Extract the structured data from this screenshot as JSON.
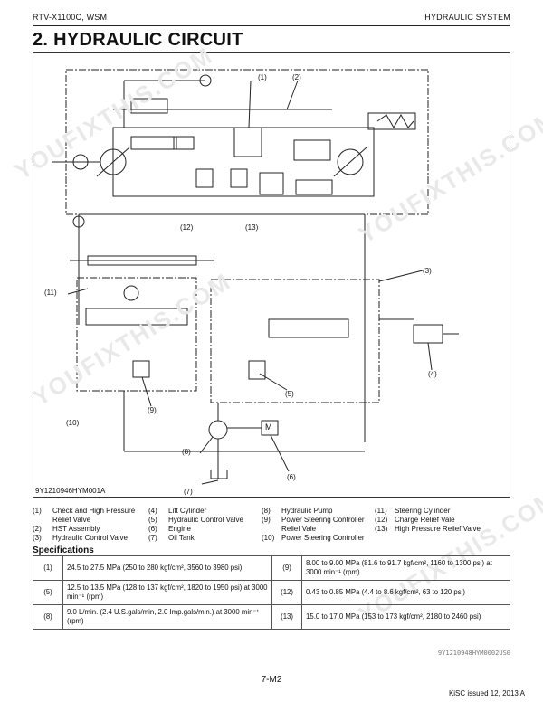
{
  "header": {
    "left": "RTV-X1100C, WSM",
    "right": "HYDRAULIC SYSTEM"
  },
  "title": "2.  HYDRAULIC CIRCUIT",
  "diagram": {
    "code": "9Y1210946HYM001A",
    "callouts": [
      "(1)",
      "(2)",
      "(3)",
      "(4)",
      "(5)",
      "(6)",
      "(7)",
      "(8)",
      "(9)",
      "(10)",
      "(11)",
      "(12)",
      "(13)"
    ],
    "motor_label": "M"
  },
  "watermarks": [
    "YOUFIXTHIS.COM",
    "YOUFIXTHIS.COM",
    "YOUFIXTHIS.COM",
    "YOUFIXTHIS.COM"
  ],
  "legend": {
    "col1": [
      {
        "n": "(1)",
        "t": "Check and High Pressure Relief Valve"
      },
      {
        "n": "(2)",
        "t": "HST Assembly"
      },
      {
        "n": "(3)",
        "t": "Hydraulic Control Valve"
      }
    ],
    "col2": [
      {
        "n": "(4)",
        "t": "Lift Cylinder"
      },
      {
        "n": "(5)",
        "t": "Hydraulic Control Valve"
      },
      {
        "n": "(6)",
        "t": "Engine"
      },
      {
        "n": "(7)",
        "t": "Oil Tank"
      }
    ],
    "col3": [
      {
        "n": "(8)",
        "t": "Hydraulic Pump"
      },
      {
        "n": "(9)",
        "t": "Power Steering Controller Relief Vale"
      },
      {
        "n": "(10)",
        "t": "Power Steering Controller"
      }
    ],
    "col4": [
      {
        "n": "(11)",
        "t": "Steering Cylinder"
      },
      {
        "n": "(12)",
        "t": "Charge Relief Vale"
      },
      {
        "n": "(13)",
        "t": "High Pressure Relief Valve"
      }
    ]
  },
  "specs": {
    "title": "Specifications",
    "rows": [
      {
        "n1": "(1)",
        "v1": "24.5 to 27.5 MPa (250 to 280 kgf/cm², 3560 to 3980 psi)",
        "n2": "(9)",
        "v2": "8.00 to 9.00 MPa (81.6 to 91.7 kgf/cm², 1160 to 1300 psi) at 3000 min⁻¹ (rpm)"
      },
      {
        "n1": "(5)",
        "v1": "12.5 to 13.5 MPa (128 to 137 kgf/cm², 1820 to 1950 psi) at 3000 min⁻¹ (rpm)",
        "n2": "(12)",
        "v2": "0.43 to 0.85 MPa (4.4 to 8.6 kgf/cm², 63 to 120 psi)"
      },
      {
        "n1": "(8)",
        "v1": "9.0 L/min. (2.4 U.S.gals/min, 2.0 Imp.gals/min.) at 3000 min⁻¹ (rpm)",
        "n2": "(13)",
        "v2": "15.0 to 17.0 MPa (153 to 173 kgf/cm², 2180 to 2460 psi)"
      }
    ]
  },
  "stamp": "9Y1210948HYM0002US0",
  "page_number": "7-M2",
  "issued": "KiSC issued 12, 2013 A"
}
